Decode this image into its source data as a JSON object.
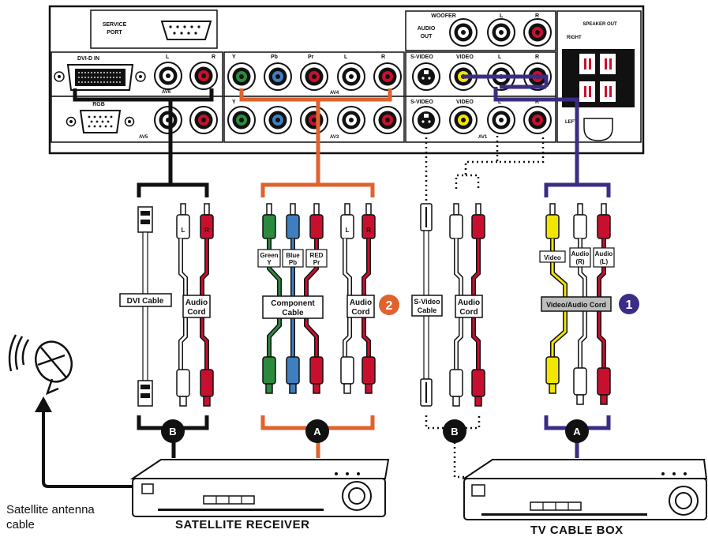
{
  "panel": {
    "service_port": [
      "SERVICE",
      "PORT"
    ],
    "dvi_in": "DVI-D IN",
    "rgb": "RGB",
    "av6": "AV6",
    "av5": "AV5",
    "av4": "AV4",
    "av3": "AV3",
    "av1": "AV1",
    "L": "L",
    "R": "R",
    "Y": "Y",
    "Pb": "Pb",
    "Pr": "Pr",
    "woofer": "WOOFER",
    "audio_out": [
      "AUDIO",
      "OUT"
    ],
    "s_video": "S-VIDEO",
    "video": "VIDEO",
    "speaker_out": "SPEAKER OUT",
    "right": "RIGHT",
    "left": "LEFT"
  },
  "cables": {
    "dvi_cable": "DVI Cable",
    "audio_cord": [
      "Audio",
      "Cord"
    ],
    "component_cable": [
      "Component",
      "Cable"
    ],
    "green_y": [
      "Green",
      "Y"
    ],
    "blue_pb": [
      "Blue",
      "Pb"
    ],
    "red_pr": [
      "RED",
      "Pr"
    ],
    "s_video_cable": [
      "S-Video",
      "Cable"
    ],
    "video": "Video",
    "audio_r": [
      "Audio",
      "(R)"
    ],
    "audio_l": [
      "Audio",
      "(L)"
    ],
    "video_audio_cord": "Video/Audio Cord"
  },
  "markers": {
    "a": "A",
    "b": "B",
    "num1": "1",
    "num2": "2"
  },
  "devices": {
    "satellite_receiver": "SATELLITE RECEIVER",
    "tv_cable_box": "TV CABLE BOX",
    "antenna_caption": [
      "Satellite antenna",
      "cable"
    ]
  },
  "colors": {
    "orange": "#e0622c",
    "purple": "#3a2d85",
    "black": "#111111",
    "green": "#2b8a3e",
    "blue": "#3f7fc0",
    "red": "#c8102e",
    "yellow": "#f2e500"
  }
}
